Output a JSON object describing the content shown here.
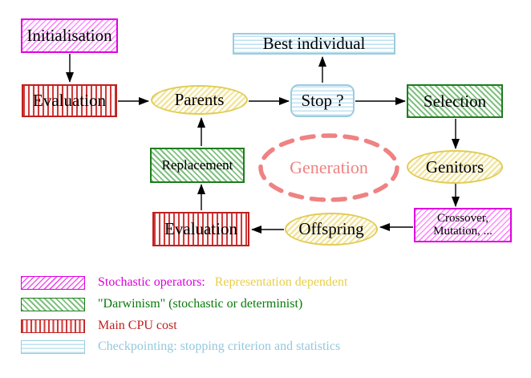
{
  "nodes": {
    "initialisation": "Initialisation",
    "evaluation_top": "Evaluation",
    "parents": "Parents",
    "best_individual": "Best individual",
    "stop": "Stop ?",
    "selection": "Selection",
    "replacement": "Replacement",
    "generation": "Generation",
    "genitors": "Genitors",
    "crossover_line1": "Crossover,",
    "crossover_line2": "Mutation, ...",
    "offspring": "Offspring",
    "evaluation_bottom": "Evaluation"
  },
  "legend": {
    "stochastic_label": "Stochastic operators:",
    "stochastic_extra": "Representation dependent",
    "darwinism_label": "\"Darwinism\" (stochastic or determinist)",
    "cpu_label": "Main CPU cost",
    "checkpoint_label": "Checkpointing: stopping criterion and statistics"
  },
  "colors": {
    "magenta_border": "#e000e0",
    "green_border": "#1e7d1e",
    "red_border": "#c02020",
    "cyan_border": "#9cccdf",
    "yellow_border": "#e2cc55",
    "salmon": "#ef8282",
    "legend_magenta_text": "#da00da",
    "legend_gold_text": "#e9cf45",
    "legend_green_text": "#067a06",
    "legend_red_text": "#c01f1f",
    "legend_cyan_text": "#92c8de",
    "arrow": "#000000"
  }
}
